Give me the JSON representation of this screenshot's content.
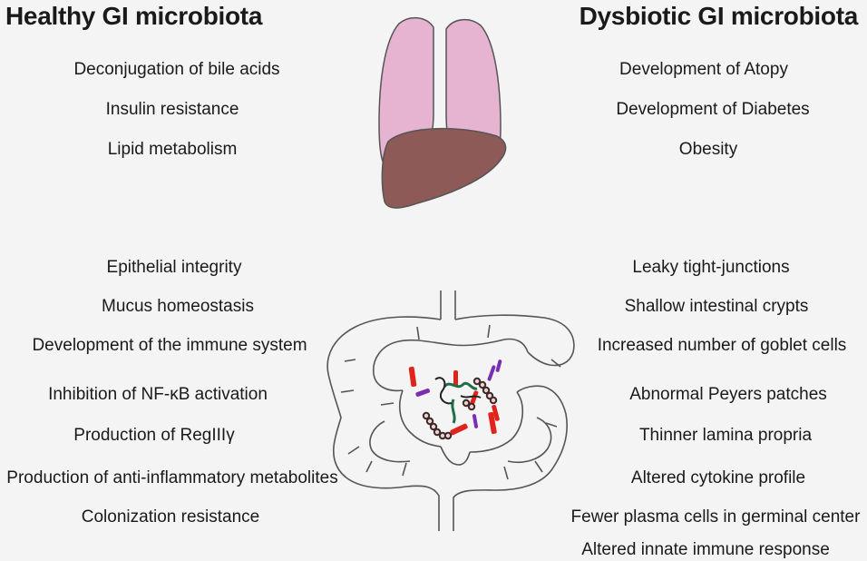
{
  "healthy": {
    "title": "Healthy GI microbiota",
    "systemic_effects": [
      "Deconjugation of bile acids",
      "Insulin resistance",
      "Lipid metabolism"
    ],
    "gut_effects": [
      "Epithelial integrity",
      "Mucus homeostasis",
      "Development of the immune system",
      "Inhibition of NF-κB activation",
      "Production of RegIIIγ",
      "Production of anti-inflammatory metabolites",
      "Colonization resistance"
    ]
  },
  "dysbiotic": {
    "title": "Dysbiotic GI microbiota",
    "systemic_effects": [
      "Development of Atopy",
      "Development of Diabetes",
      "Obesity"
    ],
    "gut_effects": [
      "Leaky tight-junctions",
      "Shallow intestinal crypts",
      "Increased number of goblet cells",
      "Abnormal Peyers patches",
      "Thinner lamina propria",
      "Altered cytokine profile",
      "Fewer plasma cells in germinal center",
      "Altered innate immune response"
    ]
  },
  "colors": {
    "lung": "#e6b4d0",
    "liver": "#8e5a58",
    "outline": "#555555",
    "bacteria_red": "#e0231b",
    "bacteria_purple": "#7a2fb3",
    "bacteria_green": "#1e6e4a",
    "cocci": "#3a2a2a"
  }
}
